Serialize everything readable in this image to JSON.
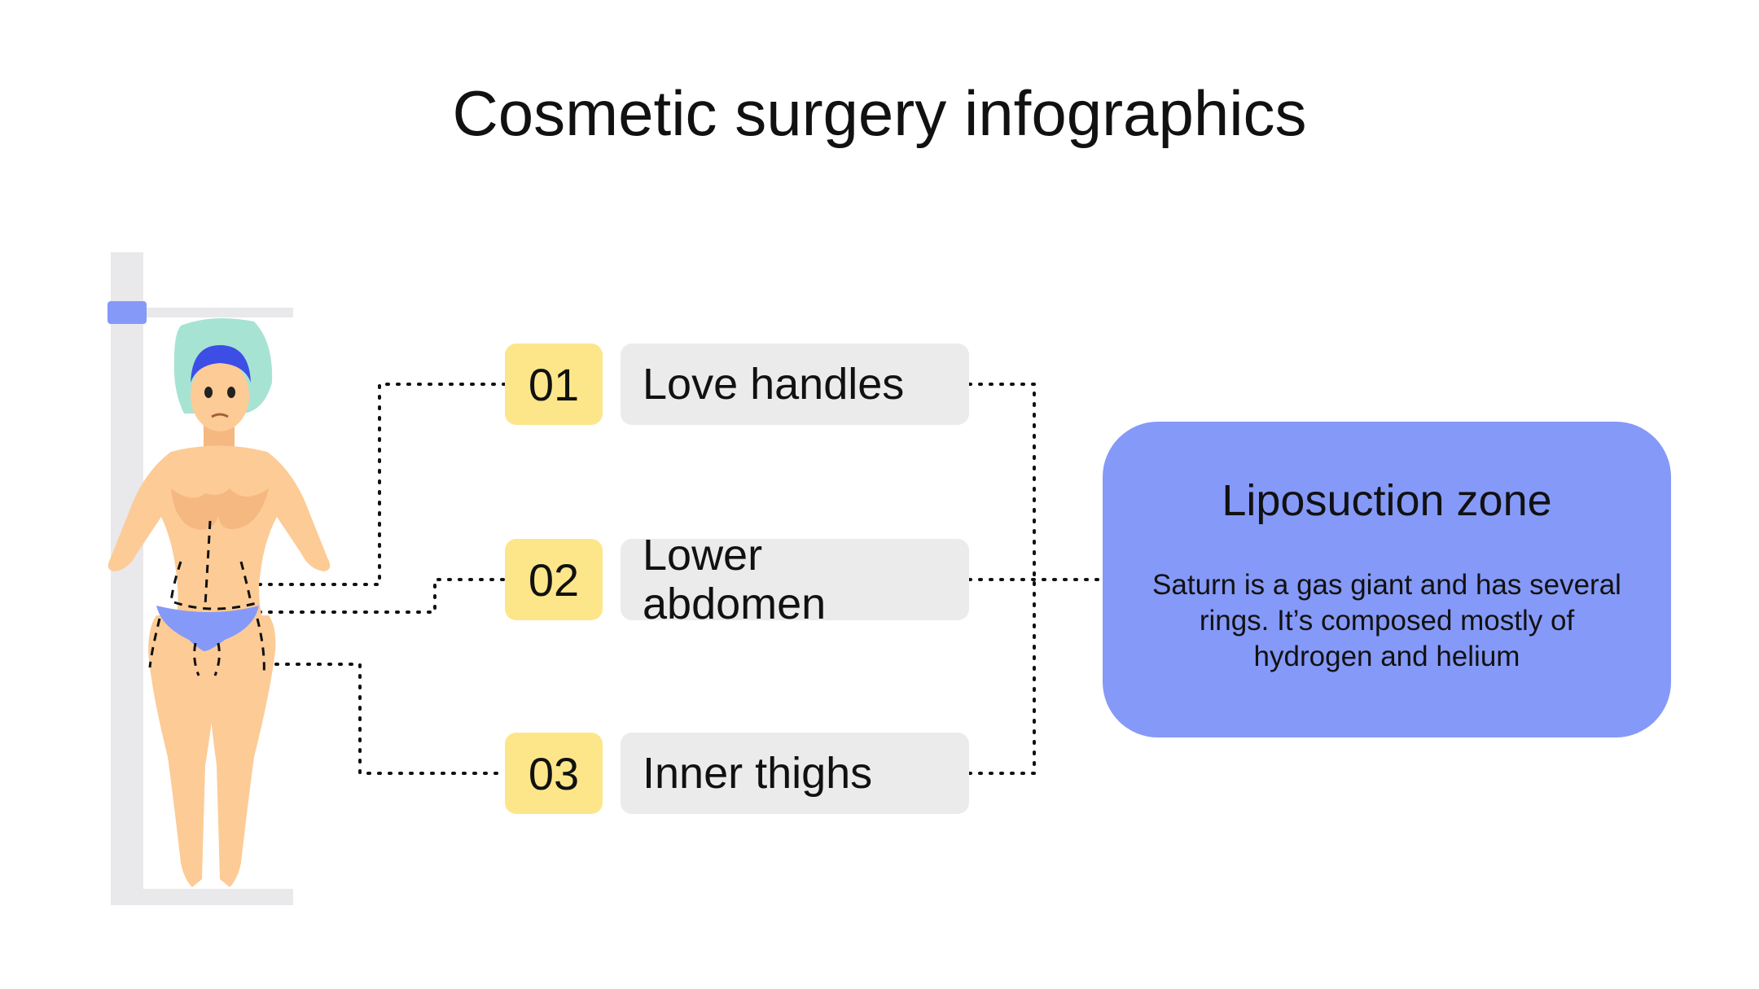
{
  "title": "Cosmetic surgery infographics",
  "items": [
    {
      "number": "01",
      "label": "Love handles"
    },
    {
      "number": "02",
      "label": "Lower abdomen"
    },
    {
      "number": "03",
      "label": "Inner thighs"
    }
  ],
  "zone": {
    "title": "Liposuction zone",
    "description": "Saturn is a gas giant and has several rings. It’s composed mostly of hydrogen and helium"
  },
  "colors": {
    "number_box": "#fde68a",
    "label_box": "#ecebeb",
    "zone_card": "#8599f8",
    "skin": "#fdcb96",
    "accent": "#8599f8",
    "cap": "#a7e3d3",
    "headband": "#3c4ee6"
  },
  "icons": [
    "woman-figure-illustration",
    "measuring-stand-illustration"
  ]
}
